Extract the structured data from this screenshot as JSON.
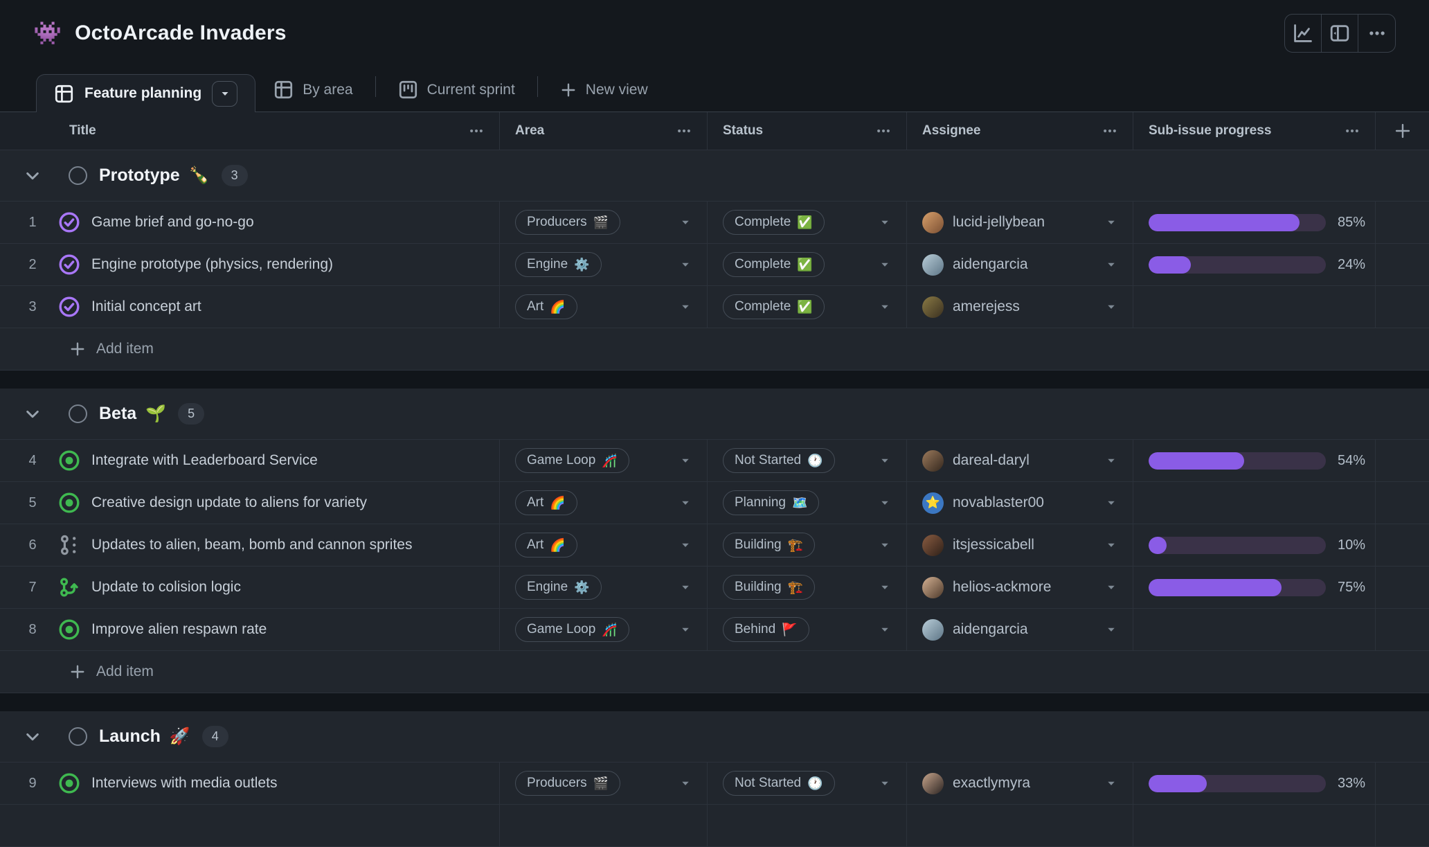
{
  "app": {
    "emoji": "👾",
    "title": "OctoArcade Invaders"
  },
  "toolbar": {
    "buttons": [
      {
        "icon": "insights-chart-icon"
      },
      {
        "icon": "side-panel-icon"
      },
      {
        "icon": "more-options-icon"
      }
    ]
  },
  "view_tabs": {
    "active": {
      "label": "Feature planning",
      "icon": "table-icon"
    },
    "others": [
      {
        "label": "By area",
        "icon": "table-icon"
      },
      {
        "label": "Current sprint",
        "icon": "project-icon"
      }
    ],
    "new_view": {
      "label": "New view",
      "icon": "plus-icon"
    }
  },
  "table": {
    "columns": [
      {
        "label": "Title"
      },
      {
        "label": "Area"
      },
      {
        "label": "Status"
      },
      {
        "label": "Assignee"
      },
      {
        "label": "Sub-issue progress"
      }
    ],
    "colors": {
      "progress_fill": "#8a5ce6",
      "progress_track": "#3a3248",
      "open_issue": "#3fb950",
      "closed_issue": "#a977f8"
    },
    "groups": [
      {
        "name": "Prototype",
        "emoji": "🍾",
        "count": "3",
        "add_label": "Add item",
        "items": [
          {
            "num": "1",
            "icon": "closed-issue",
            "title": "Game brief and go-no-go",
            "area": "Producers",
            "area_emoji": "🎬",
            "status": "Complete",
            "status_emoji": "✅",
            "assignee": "lucid-jellybean",
            "avatar": {
              "from": "#d8a06b",
              "to": "#7a4f33"
            },
            "progress_percent": 85,
            "progress_label": "85%"
          },
          {
            "num": "2",
            "icon": "closed-issue",
            "title": "Engine prototype (physics, rendering)",
            "area": "Engine",
            "area_emoji": "⚙️",
            "status": "Complete",
            "status_emoji": "✅",
            "assignee": "aidengarcia",
            "avatar": {
              "from": "#b9cdd8",
              "to": "#5d7586"
            },
            "progress_percent": 24,
            "progress_label": "24%"
          },
          {
            "num": "3",
            "icon": "closed-issue",
            "title": "Initial concept art",
            "area": "Art",
            "area_emoji": "🌈",
            "status": "Complete",
            "status_emoji": "✅",
            "assignee": "amerejess",
            "avatar": {
              "from": "#8a7a45",
              "to": "#3a3020"
            },
            "progress_percent": null,
            "progress_label": ""
          }
        ]
      },
      {
        "name": "Beta",
        "emoji": "🌱",
        "count": "5",
        "add_label": "Add item",
        "items": [
          {
            "num": "4",
            "icon": "open-issue",
            "title": "Integrate with Leaderboard Service",
            "area": "Game Loop",
            "area_emoji": "🎢",
            "status": "Not Started",
            "status_emoji": "🕐",
            "assignee": "dareal-daryl",
            "avatar": {
              "from": "#9c7a5c",
              "to": "#33271e"
            },
            "progress_percent": 54,
            "progress_label": "54%"
          },
          {
            "num": "5",
            "icon": "open-issue",
            "title": "Creative design update to aliens for variety",
            "area": "Art",
            "area_emoji": "🌈",
            "status": "Planning",
            "status_emoji": "🗺️",
            "assignee": "novablaster00",
            "avatar": {
              "emoji": "⭐",
              "bg": "#3b77c2"
            },
            "progress_percent": null,
            "progress_label": ""
          },
          {
            "num": "6",
            "icon": "merge-queue",
            "title": "Updates to alien, beam, bomb and cannon sprites",
            "area": "Art",
            "area_emoji": "🌈",
            "status": "Building",
            "status_emoji": "🏗️",
            "assignee": "itsjessicabell",
            "avatar": {
              "from": "#8a5c42",
              "to": "#2e2018"
            },
            "progress_percent": 10,
            "progress_label": "10%"
          },
          {
            "num": "7",
            "icon": "tracked-by",
            "title": "Update to colision logic",
            "area": "Engine",
            "area_emoji": "⚙️",
            "status": "Building",
            "status_emoji": "🏗️",
            "assignee": "helios-ackmore",
            "avatar": {
              "from": "#d4b193",
              "to": "#4e3a2b"
            },
            "progress_percent": 75,
            "progress_label": "75%"
          },
          {
            "num": "8",
            "icon": "open-issue",
            "title": "Improve alien respawn rate",
            "area": "Game Loop",
            "area_emoji": "🎢",
            "status": "Behind",
            "status_emoji": "🚩",
            "assignee": "aidengarcia",
            "avatar": {
              "from": "#b9cdd8",
              "to": "#5d7586"
            },
            "progress_percent": null,
            "progress_label": ""
          }
        ]
      },
      {
        "name": "Launch",
        "emoji": "🚀",
        "count": "4",
        "items": [
          {
            "num": "9",
            "icon": "open-issue",
            "title": "Interviews with media outlets",
            "area": "Producers",
            "area_emoji": "🎬",
            "status": "Not Started",
            "status_emoji": "🕐",
            "assignee": "exactlymyra",
            "avatar": {
              "from": "#c7a58c",
              "to": "#2b2422"
            },
            "progress_percent": 33,
            "progress_label": "33%"
          }
        ]
      }
    ]
  }
}
